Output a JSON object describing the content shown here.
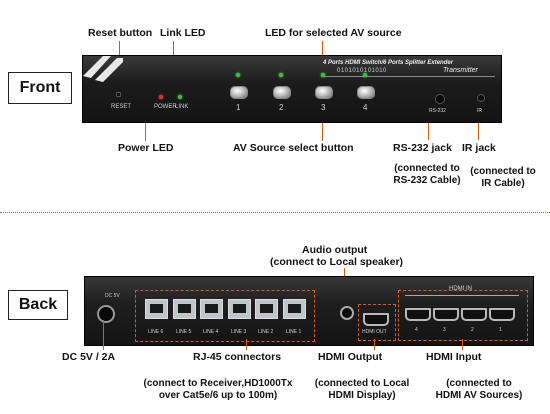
{
  "sections": {
    "front": "Front",
    "back": "Back"
  },
  "front_labels": {
    "reset_button": "Reset button",
    "link_led": "Link LED",
    "led_selected": "LED for selected AV source",
    "power_led": "Power LED",
    "av_select": "AV Source select button",
    "rs232_jack": "RS-232 jack",
    "rs232_note_1": "(connected to",
    "rs232_note_2": "RS-232 Cable)",
    "ir_jack": "IR jack",
    "ir_note_1": "(connected to",
    "ir_note_2": "IR Cable)"
  },
  "front_panel": {
    "model": "4 Ports HDMI Switch/6 Ports Splitter Extender",
    "transmitter": "Transmitter",
    "bits": "0101010101010",
    "reset": "RESET",
    "power": "POWER",
    "link": "LINK",
    "buttons": [
      "1",
      "2",
      "3",
      "4"
    ],
    "rs232": "RS-232",
    "ir": "IR"
  },
  "back_labels": {
    "audio_output": "Audio output",
    "audio_note": "(connect to Local speaker)",
    "dc": "DC 5V / 2A",
    "rj45": "RJ-45 connectors",
    "rj45_note_1": "(connect to Receiver,HD1000Tx",
    "rj45_note_2": "over Cat5e/6 up to 100m)",
    "hdmi_output": "HDMI Output",
    "hdmi_output_note_1": "(connected to Local",
    "hdmi_output_note_2": "HDMI Display)",
    "hdmi_input": "HDMI Input",
    "hdmi_input_note_1": "(connected to",
    "hdmi_input_note_2": "HDMI AV Sources)"
  },
  "back_panel": {
    "dc5v": "DC 5V",
    "lines": [
      "LINE 6",
      "LINE 5",
      "LINE 4",
      "LINE 3",
      "LINE 2",
      "LINE 1"
    ],
    "hdmi_out": "HDMI OUT",
    "hdmi_in": "HDMI IN",
    "hdmi_in_ports": [
      "4",
      "3",
      "2",
      "1"
    ]
  },
  "colors": {
    "callout": "#d85a10",
    "panel": "#1c1c1c",
    "led_green": "#3fbf3f",
    "led_red": "#e03030"
  }
}
